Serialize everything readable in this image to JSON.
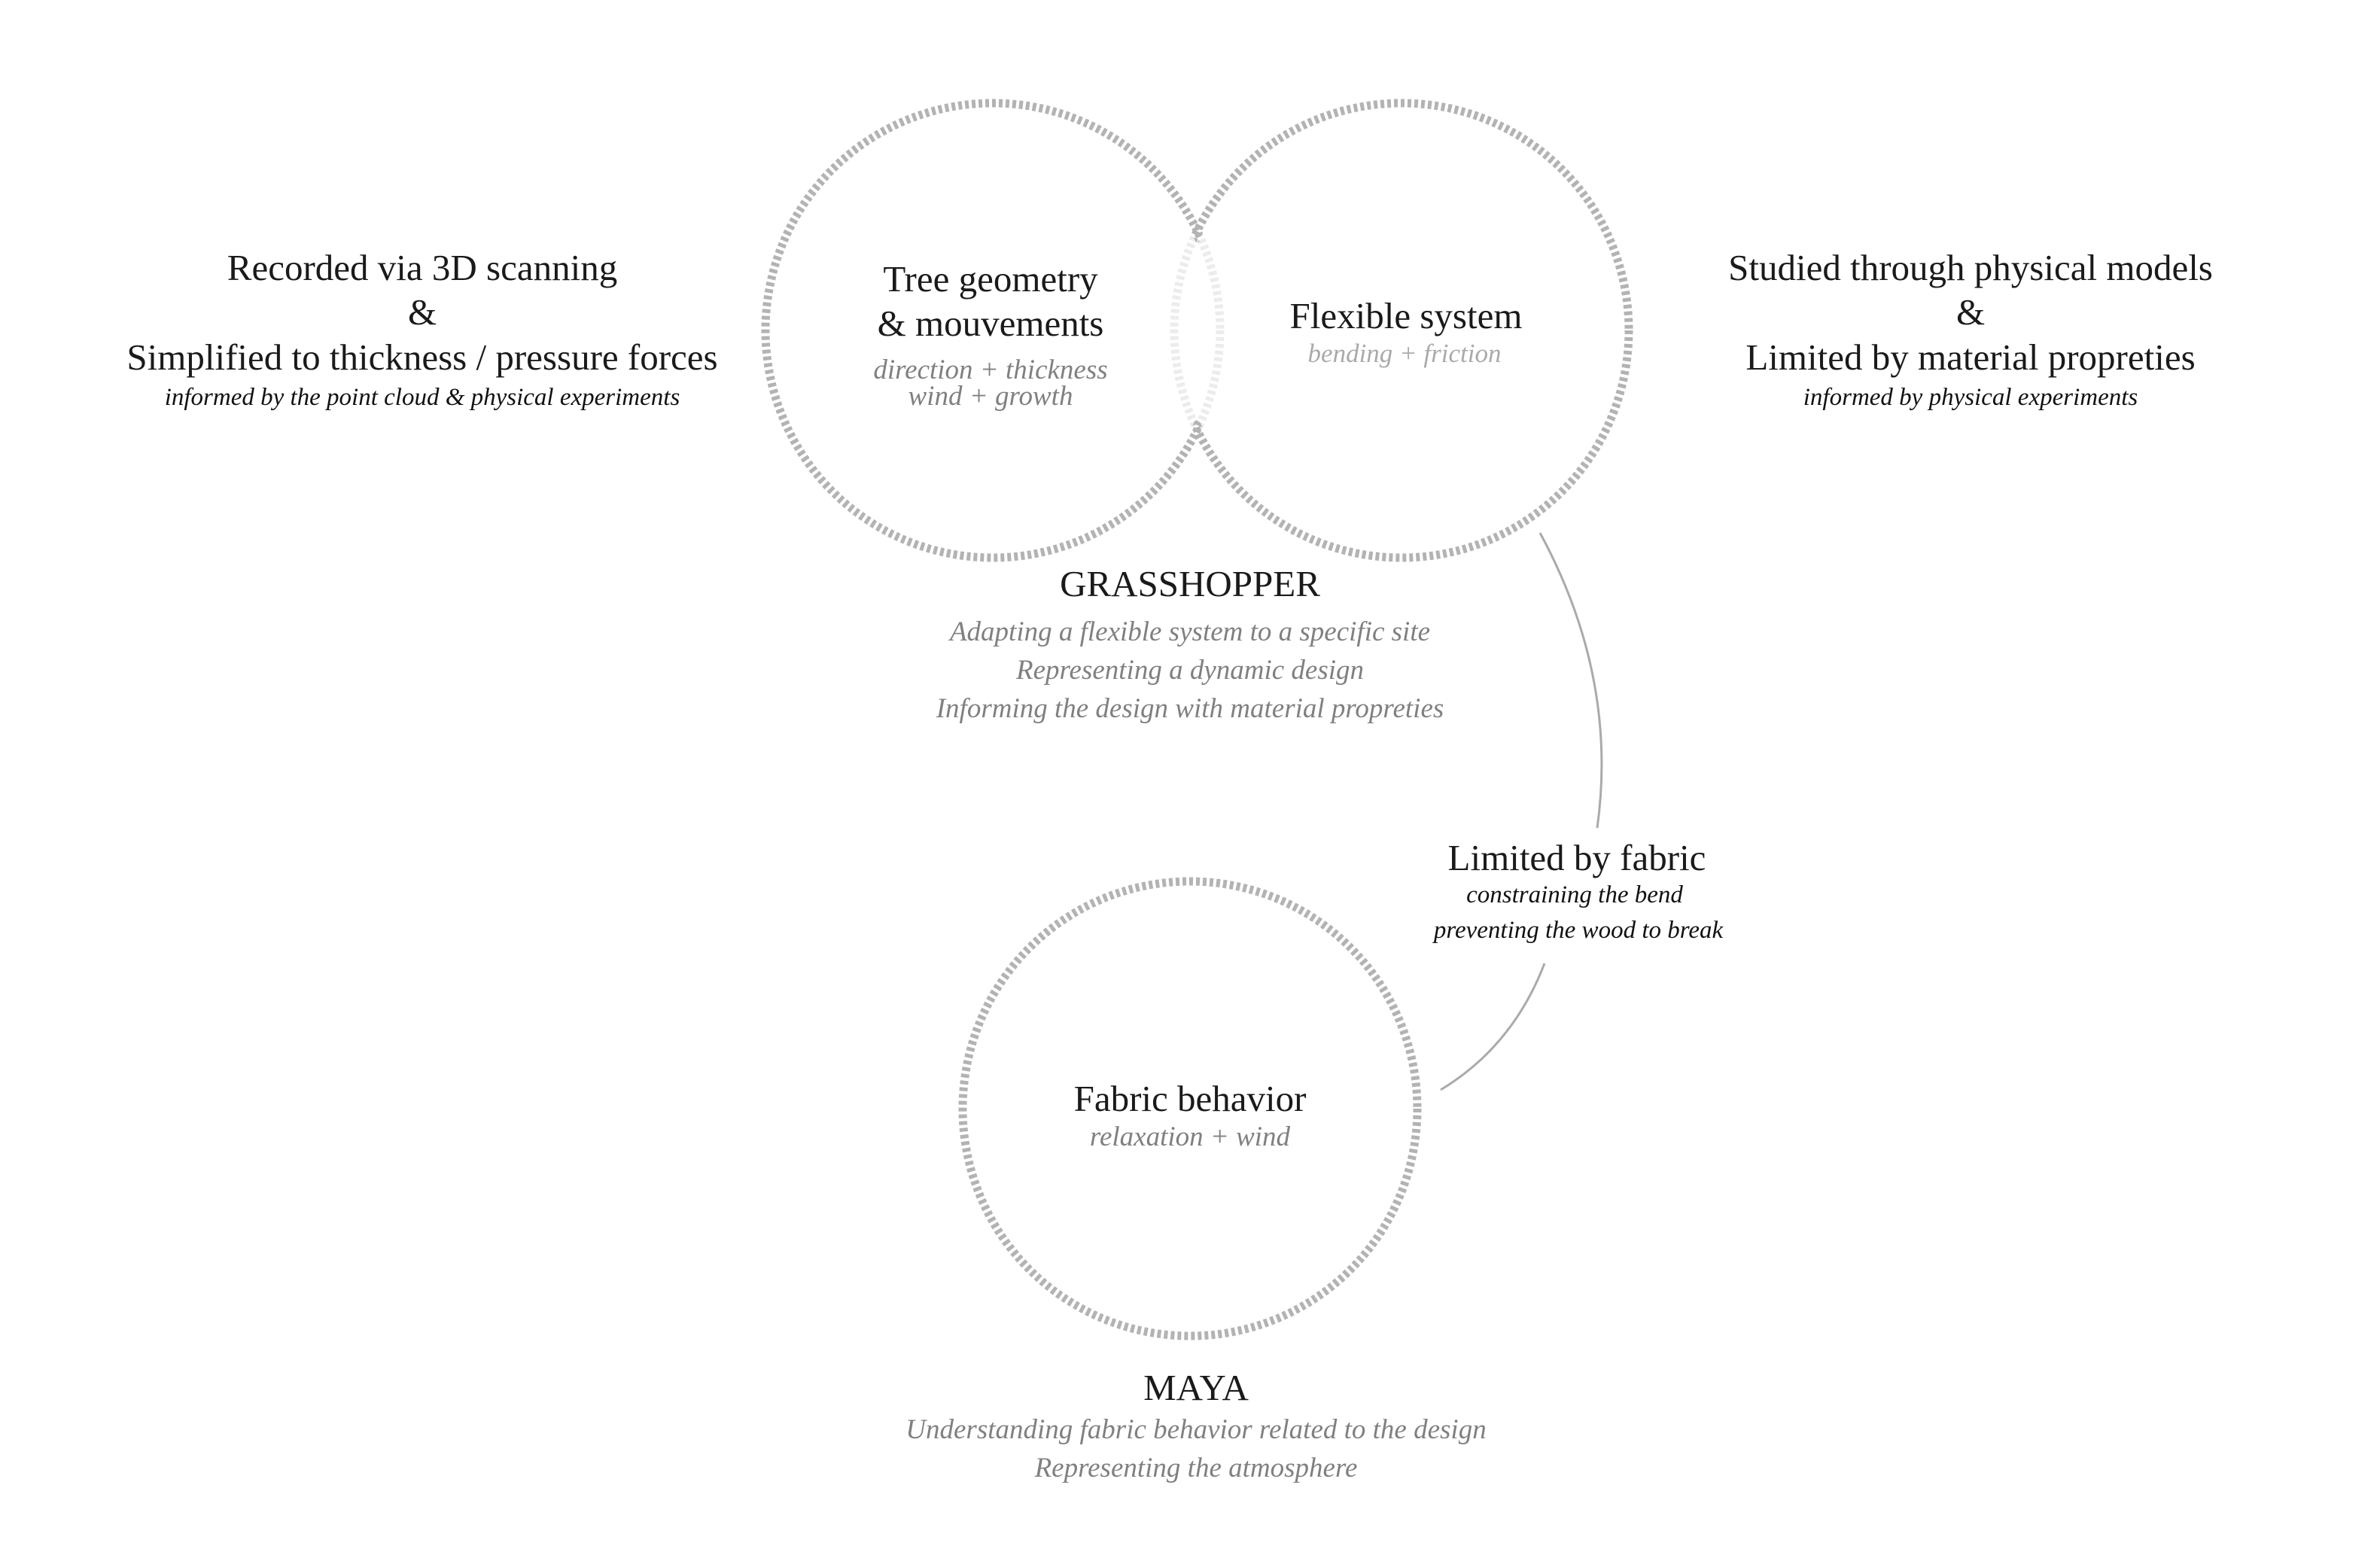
{
  "colors": {
    "circle": "#b3b3b3",
    "overlap": "#ececec",
    "connector": "#aaaaaa",
    "subtext": "#808080"
  },
  "left_note": {
    "line1": "Recorded via 3D scanning",
    "line2": "&",
    "line3": "Simplified to thickness / pressure forces",
    "detail": "informed by the point cloud & physical experiments"
  },
  "right_note": {
    "line1": "Studied through physical models",
    "line2": "&",
    "line3": "Limited by material propreties",
    "detail": "informed by physical experiments"
  },
  "circles": {
    "tree": {
      "title1": "Tree geometry",
      "title2": "& mouvements",
      "sub1": "direction + thickness",
      "sub2": "wind + growth"
    },
    "flexible": {
      "title": "Flexible system",
      "sub": "bending + friction"
    },
    "fabric": {
      "title": "Fabric behavior",
      "sub": "relaxation + wind"
    }
  },
  "grasshopper": {
    "title": "GRASSHOPPER",
    "lines": [
      "Adapting a flexible system to a specific site",
      "Representing a dynamic design",
      "Informing the design with material propreties"
    ]
  },
  "fabric_link": {
    "title": "Limited by fabric",
    "line1": "constraining the bend",
    "line2": "preventing the wood to break"
  },
  "maya": {
    "title": "MAYA",
    "lines": [
      "Understanding fabric behavior related to the design",
      "Representing the atmosphere"
    ]
  }
}
